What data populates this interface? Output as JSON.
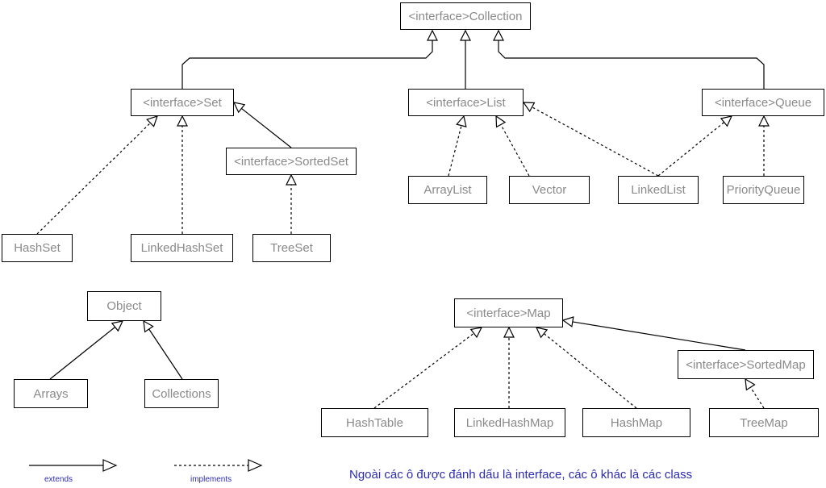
{
  "nodes": {
    "collection": "<interface>Collection",
    "set": "<interface>Set",
    "list": "<interface>List",
    "queue": "<interface>Queue",
    "sortedset": "<interface>SortedSet",
    "hashset": "HashSet",
    "linkedhashset": "LinkedHashSet",
    "treeset": "TreeSet",
    "arraylist": "ArrayList",
    "vector": "Vector",
    "linkedlist": "LinkedList",
    "priorityqueue": "PriorityQueue",
    "object": "Object",
    "arrays": "Arrays",
    "collections": "Collections",
    "map": "<interface>Map",
    "sortedmap": "<interface>SortedMap",
    "hashtable": "HashTable",
    "linkedhashmap": "LinkedHashMap",
    "hashmap": "HashMap",
    "treemap": "TreeMap"
  },
  "edges": [
    {
      "from": "set",
      "to": "collection",
      "kind": "extends"
    },
    {
      "from": "list",
      "to": "collection",
      "kind": "extends"
    },
    {
      "from": "queue",
      "to": "collection",
      "kind": "extends"
    },
    {
      "from": "sortedset",
      "to": "set",
      "kind": "extends"
    },
    {
      "from": "hashset",
      "to": "set",
      "kind": "implements"
    },
    {
      "from": "linkedhashset",
      "to": "set",
      "kind": "implements"
    },
    {
      "from": "treeset",
      "to": "sortedset",
      "kind": "implements"
    },
    {
      "from": "arraylist",
      "to": "list",
      "kind": "implements"
    },
    {
      "from": "vector",
      "to": "list",
      "kind": "implements"
    },
    {
      "from": "linkedlist",
      "to": "list",
      "kind": "implements"
    },
    {
      "from": "linkedlist",
      "to": "queue",
      "kind": "implements"
    },
    {
      "from": "priorityqueue",
      "to": "queue",
      "kind": "implements"
    },
    {
      "from": "arrays",
      "to": "object",
      "kind": "extends"
    },
    {
      "from": "collections",
      "to": "object",
      "kind": "extends"
    },
    {
      "from": "sortedmap",
      "to": "map",
      "kind": "extends"
    },
    {
      "from": "hashtable",
      "to": "map",
      "kind": "implements"
    },
    {
      "from": "linkedhashmap",
      "to": "map",
      "kind": "implements"
    },
    {
      "from": "hashmap",
      "to": "map",
      "kind": "implements"
    },
    {
      "from": "treemap",
      "to": "sortedmap",
      "kind": "implements"
    }
  ],
  "legend": {
    "extends_label": "extends",
    "implements_label": "implements"
  },
  "note": "Ngoài các ô được đánh dấu là interface, các ô khác là các class",
  "colors": {
    "box_text": "#8a8a8a",
    "line": "#000000",
    "note_text": "#2b2bb5"
  }
}
